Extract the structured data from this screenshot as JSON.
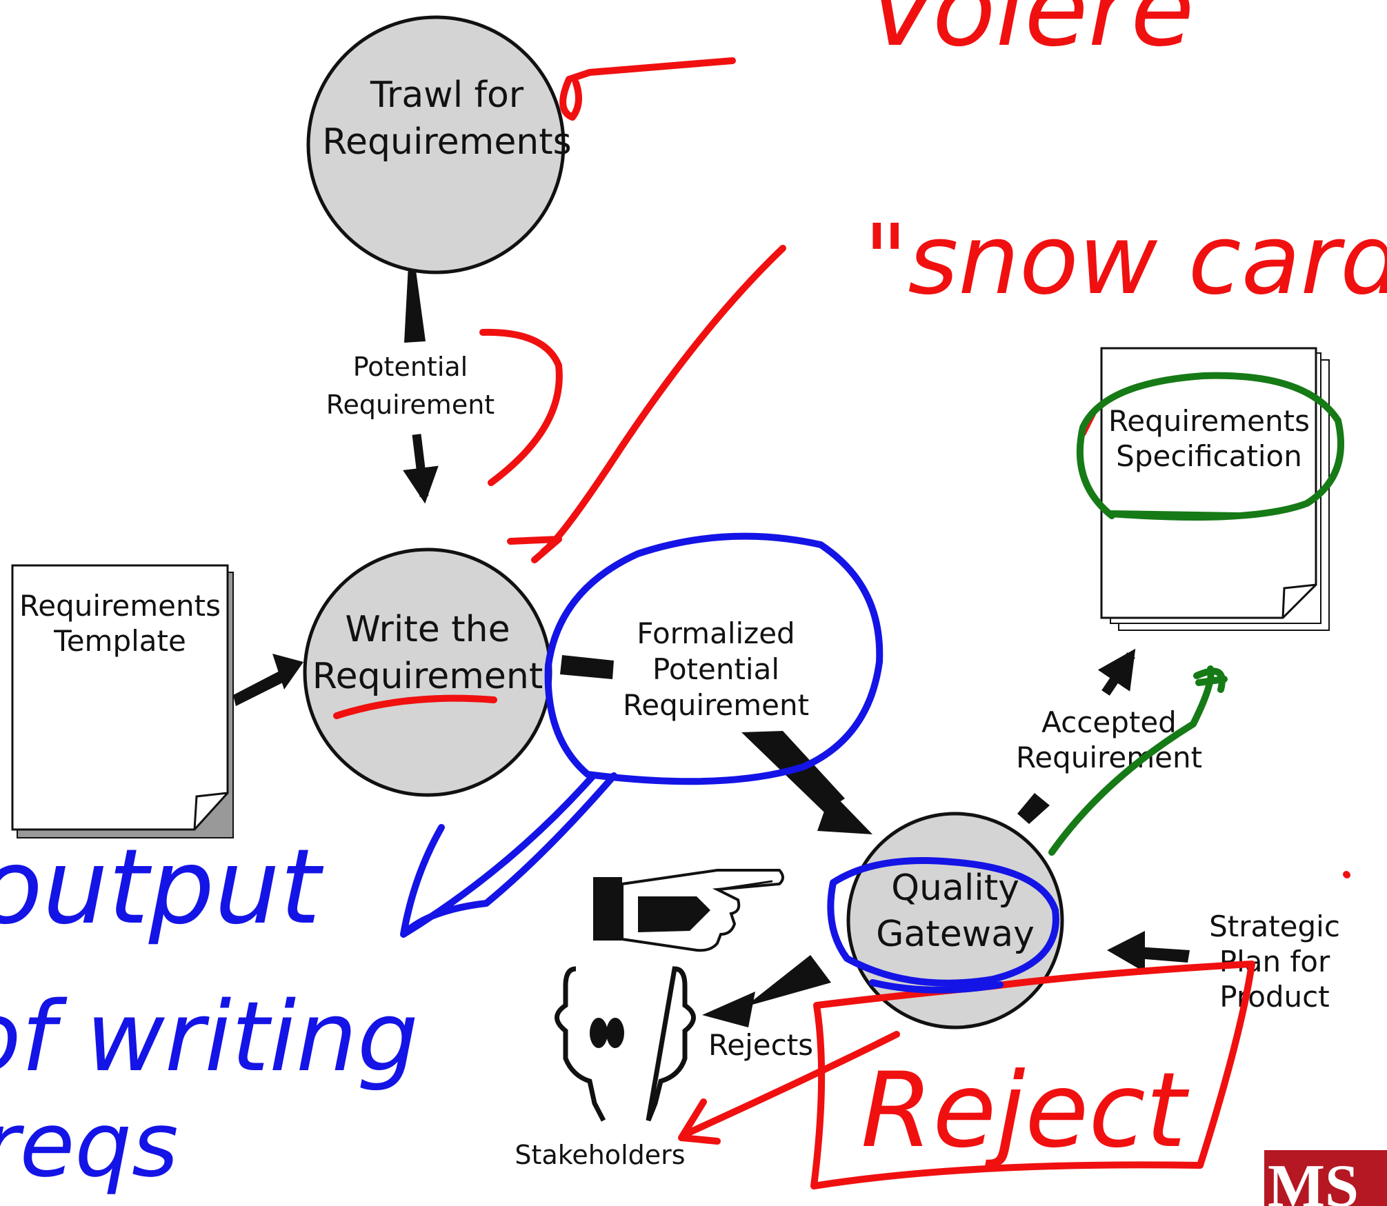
{
  "diagram": {
    "processes": {
      "trawl": {
        "line1": "Trawl for",
        "line2": "Requirements"
      },
      "write": {
        "line1": "Write the",
        "line2": "Requirement"
      },
      "gateway": {
        "line1": "Quality",
        "line2": "Gateway"
      }
    },
    "documents": {
      "template": {
        "line1": "Requirements",
        "line2": "Template"
      },
      "specification": {
        "line1": "Requirements",
        "line2": "Specification"
      }
    },
    "flows": {
      "potential": {
        "line1": "Potential",
        "line2": "Requirement"
      },
      "formalized": {
        "line1": "Formalized",
        "line2": "Potential",
        "line3": "Requirement"
      },
      "accepted": {
        "line1": "Accepted",
        "line2": "Requirement"
      },
      "rejects": "Rejects",
      "strategic": {
        "line1": "Strategic",
        "line2": "Plan for",
        "line3": "Product"
      }
    },
    "actor": {
      "label": "Stakeholders"
    },
    "logo": "MS"
  },
  "annotations": {
    "volere": {
      "line1": "Volere",
      "line2": "\"snow card\""
    },
    "output": {
      "line1": "output",
      "line2": "of writing",
      "line3": "reqs"
    },
    "reject": "Reject"
  },
  "colors": {
    "bubble_fill": "#d4d4d4",
    "ink_red": "#f01010",
    "ink_blue": "#1414e6",
    "ink_green": "#167a16",
    "logo_red": "#b51822"
  }
}
